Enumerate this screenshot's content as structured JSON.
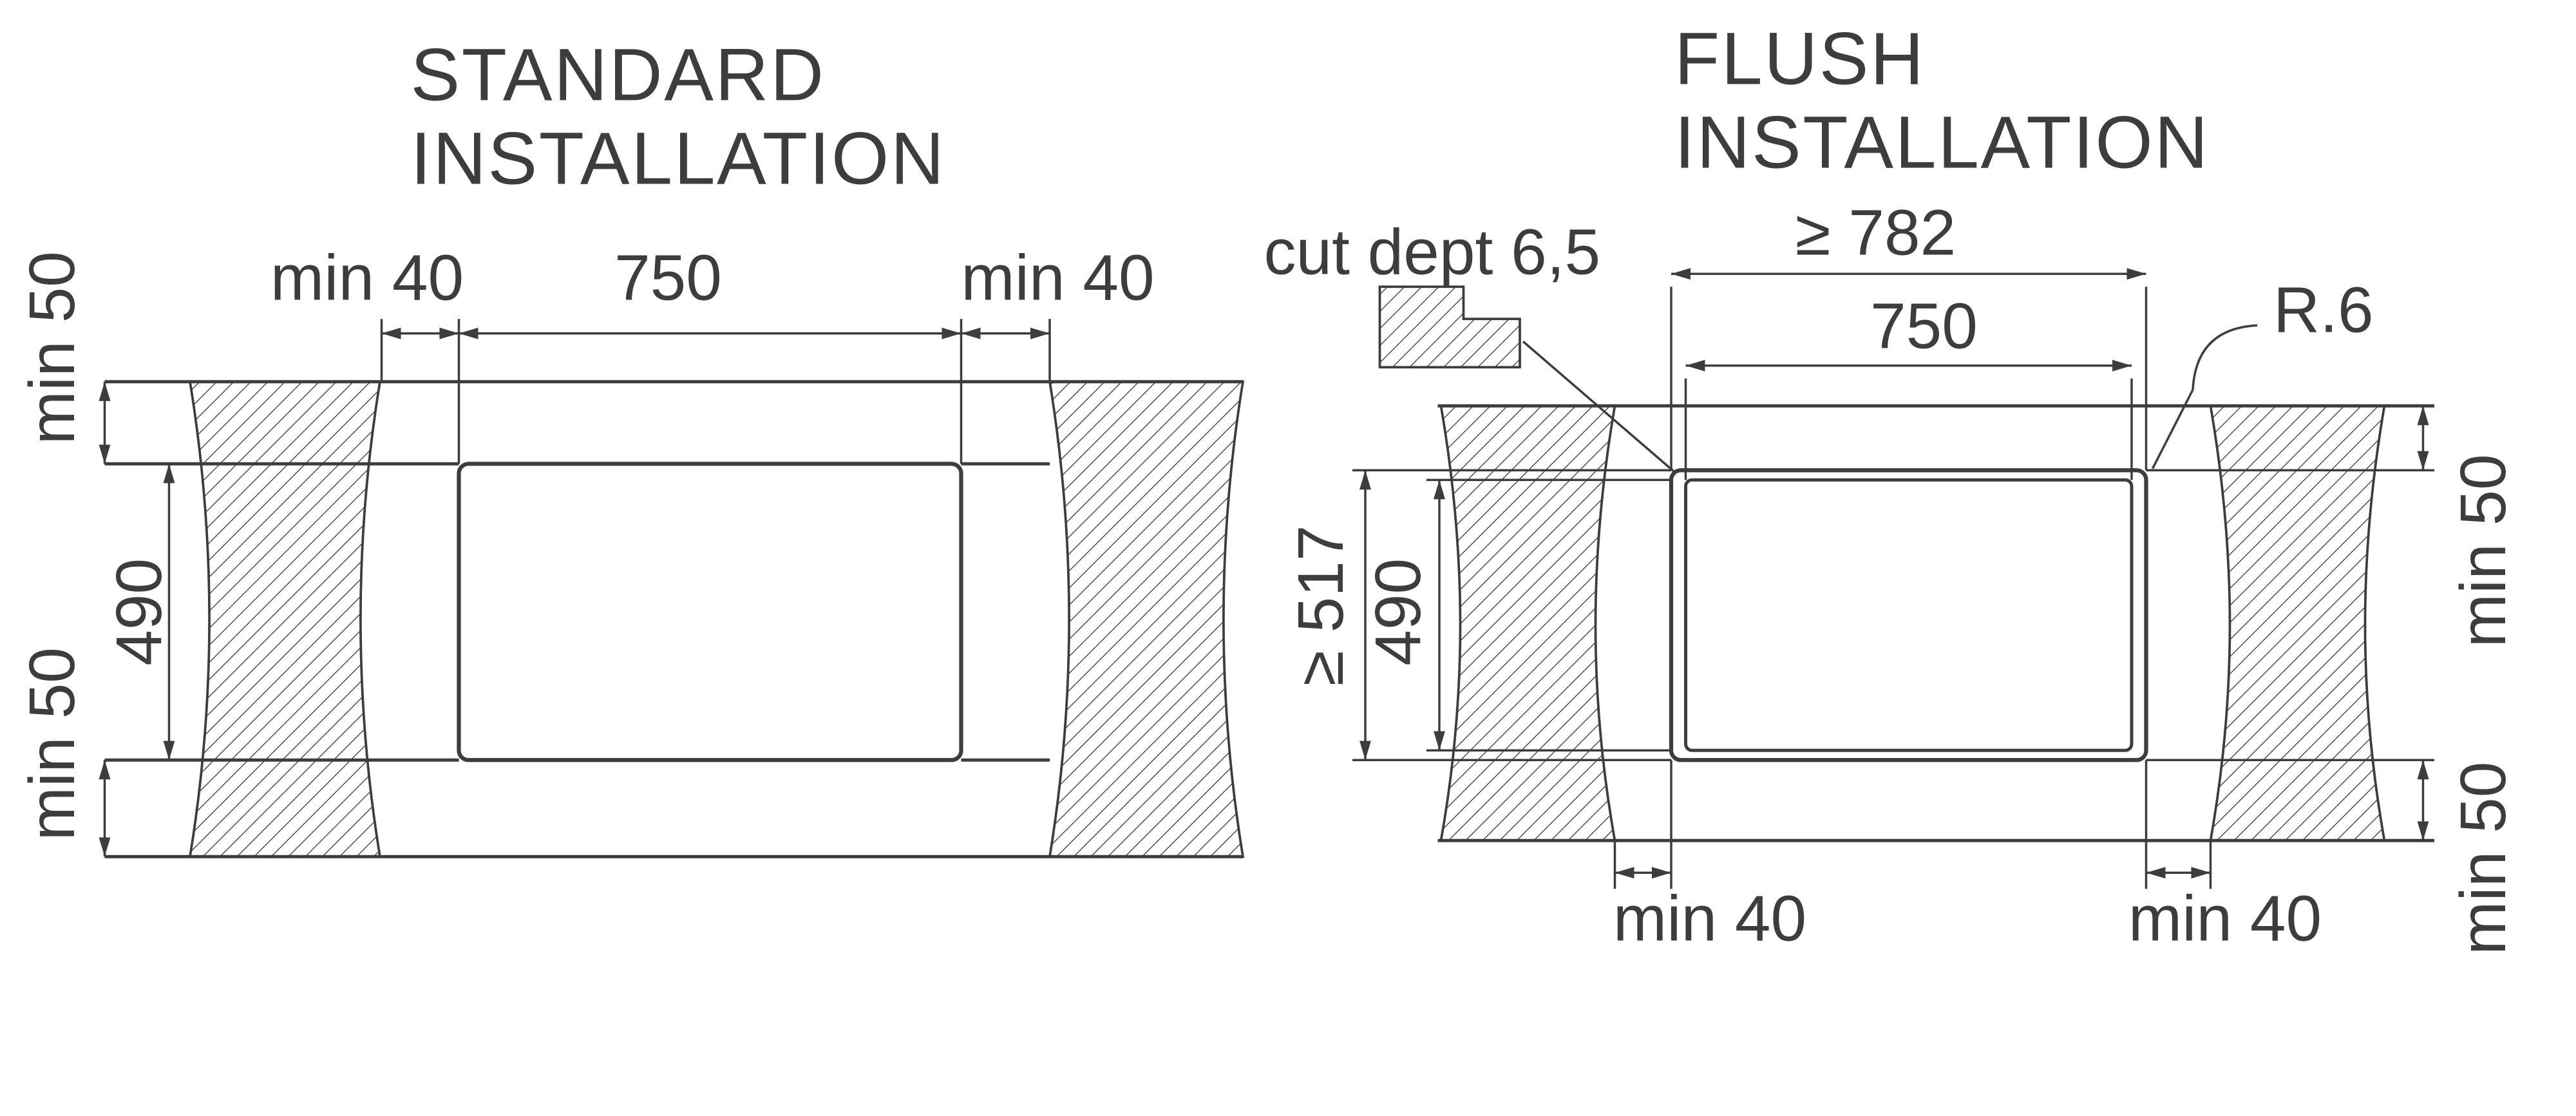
{
  "canvas": {
    "background": "#ffffff",
    "line_color": "#3d3d3d",
    "text_color": "#3d3d3d"
  },
  "standard": {
    "title_line1": "STANDARD",
    "title_line2": "INSTALLATION",
    "dim_min50_top": "min 50",
    "dim_min40_left": "min 40",
    "dim_width": "750",
    "dim_min40_right": "min 40",
    "dim_depth": "490",
    "dim_min50_bottom": "min 50"
  },
  "flush": {
    "title_line1": "FLUSH",
    "title_line2": "INSTALLATION",
    "cut_depth_label": "cut dept 6,5",
    "dim_outer_width": "≥ 782",
    "dim_width": "750",
    "radius_label": "R.6",
    "dim_outer_depth": "≥ 517",
    "dim_depth": "490",
    "dim_min50_top": "min 50",
    "dim_min50_bottom": "min 50",
    "dim_min40_left": "min 40",
    "dim_min40_right": "min 40"
  }
}
